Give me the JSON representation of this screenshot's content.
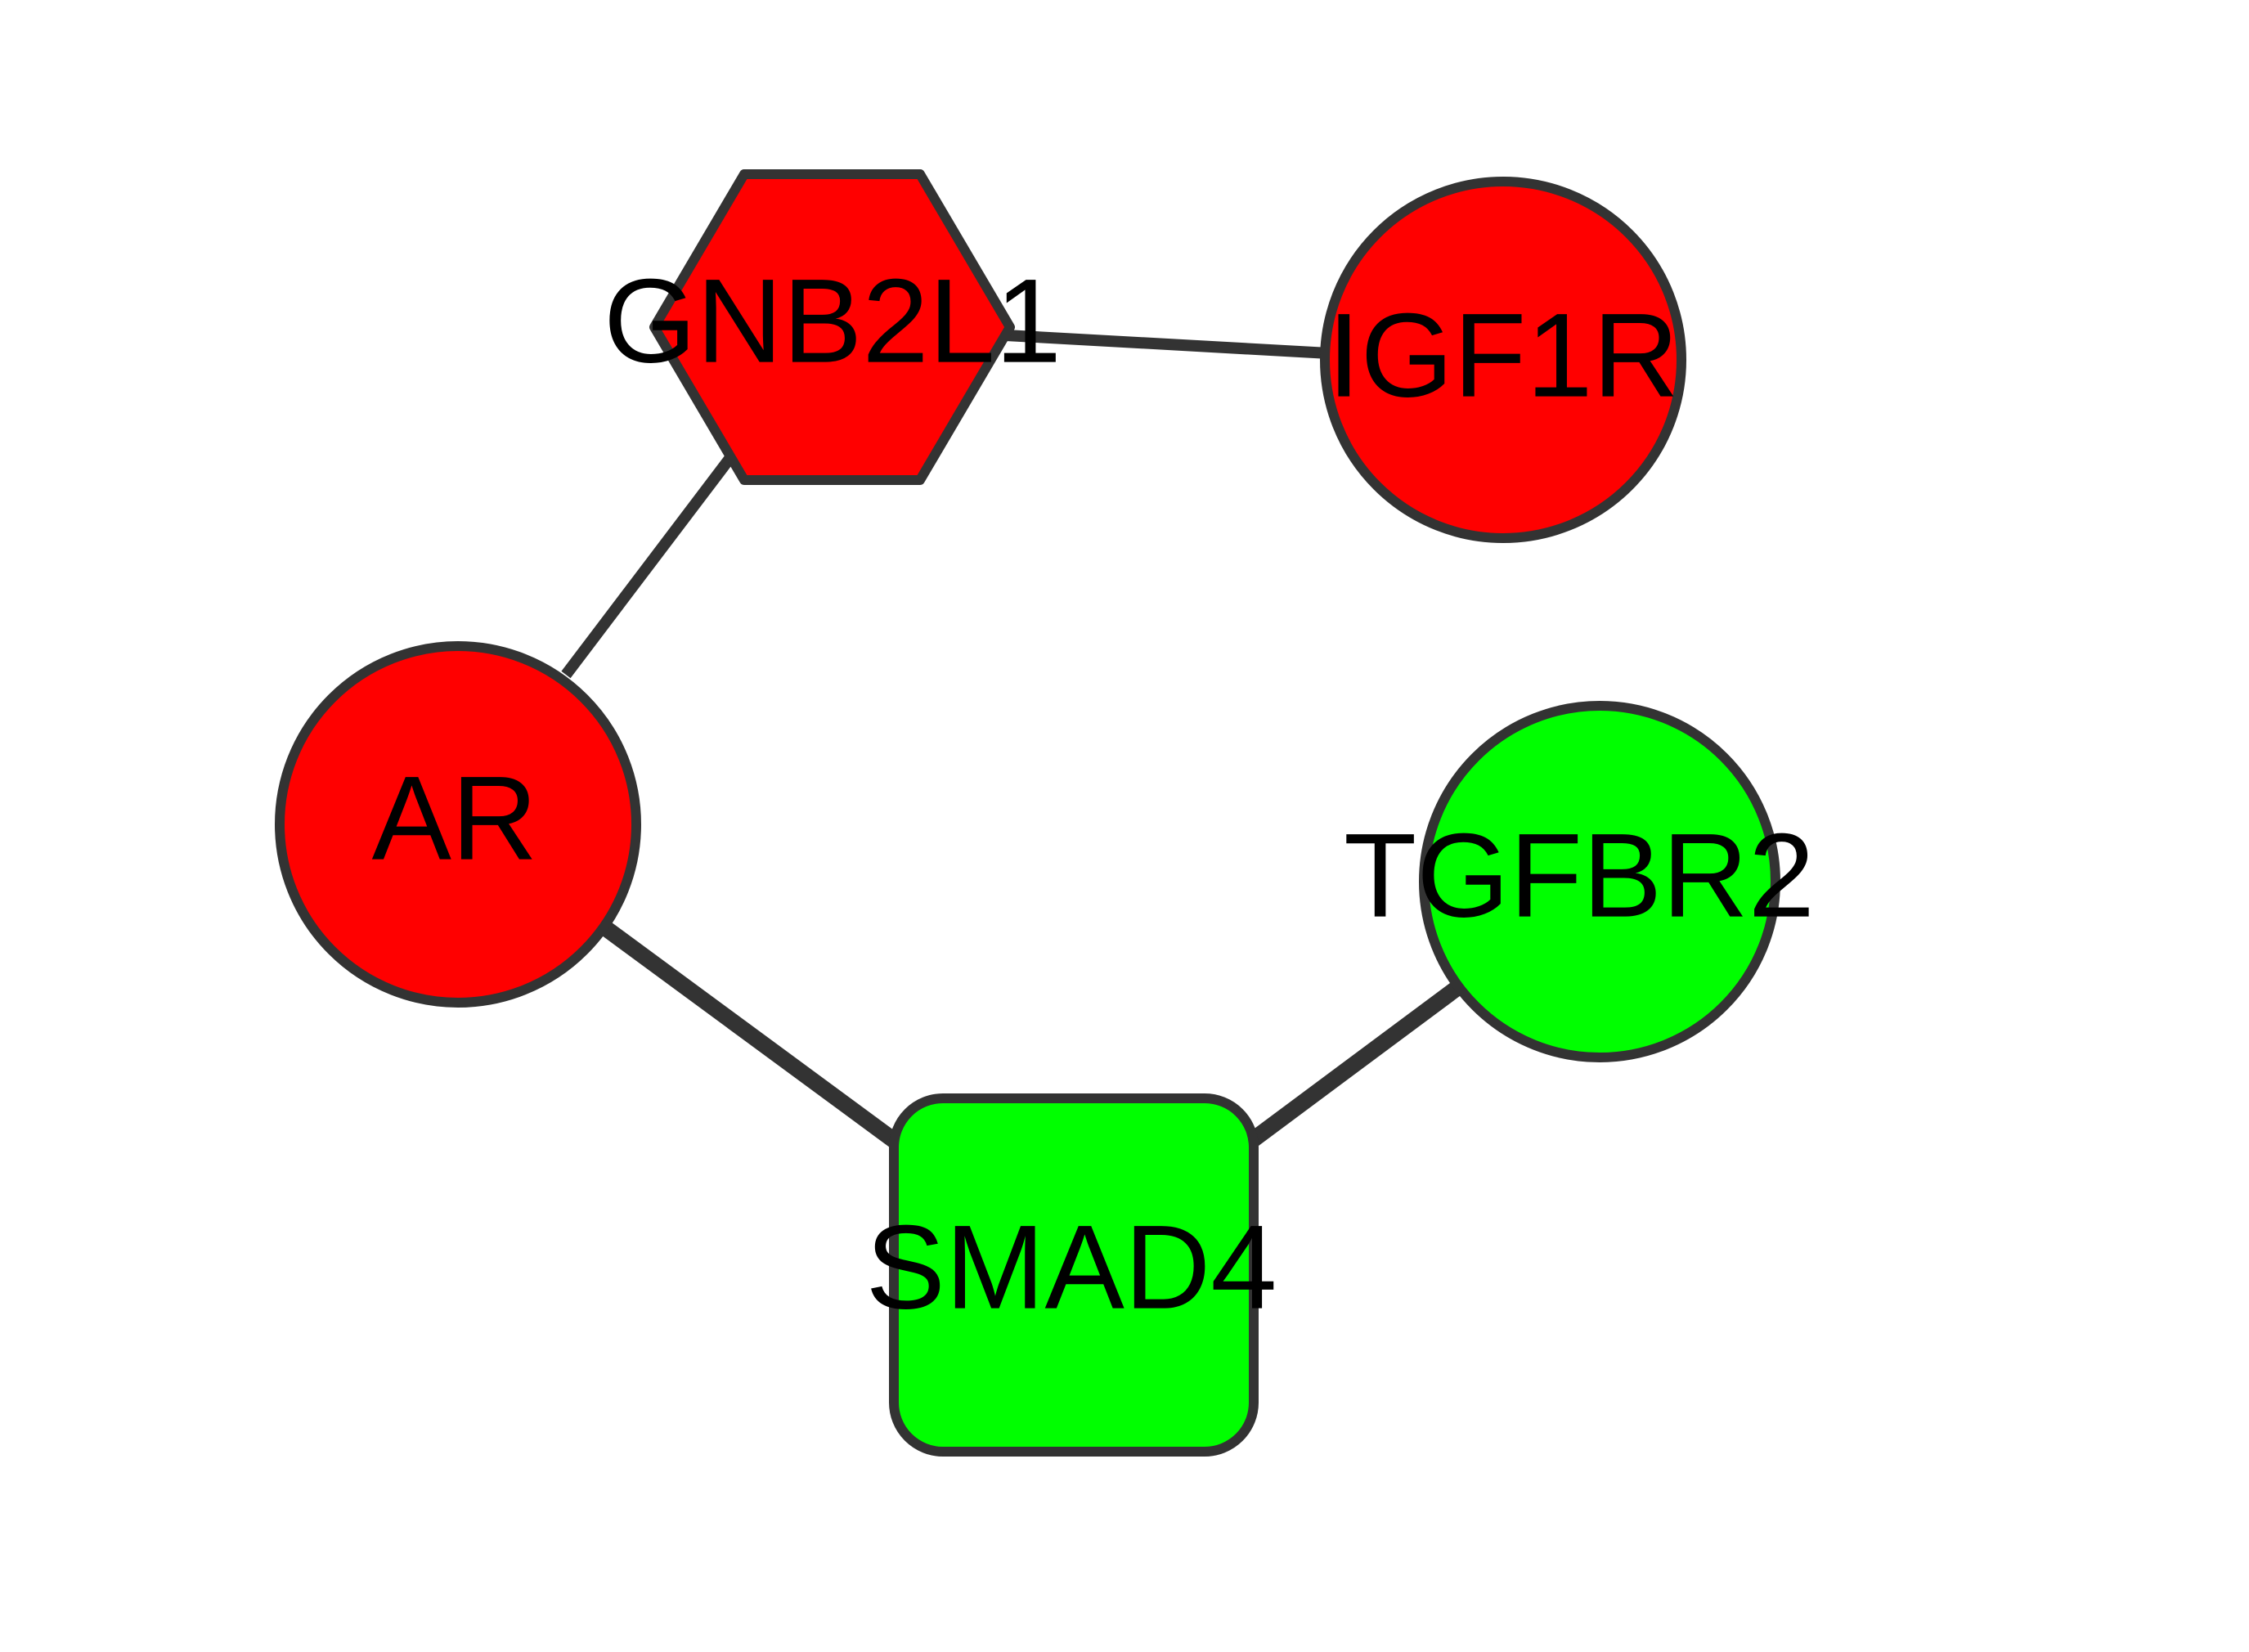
{
  "network": {
    "colors": {
      "upregulated": "#ff0000",
      "downregulated": "#00ff00",
      "border": "#333333",
      "edge": "#333333",
      "label": "#000000"
    },
    "nodes": [
      {
        "id": "GNB2L1",
        "label": "GNB2L1",
        "shape": "hexagon",
        "color": "#ff0000"
      },
      {
        "id": "IGF1R",
        "label": "IGF1R",
        "shape": "circle",
        "color": "#ff0000"
      },
      {
        "id": "AR",
        "label": "AR",
        "shape": "circle",
        "color": "#ff0000"
      },
      {
        "id": "TGFBR2",
        "label": "TGFBR2",
        "shape": "circle",
        "color": "#00ff00"
      },
      {
        "id": "SMAD4",
        "label": "SMAD4",
        "shape": "rounded-square",
        "color": "#00ff00"
      }
    ],
    "edges": [
      {
        "source": "GNB2L1",
        "target": "IGF1R"
      },
      {
        "source": "GNB2L1",
        "target": "AR"
      },
      {
        "source": "AR",
        "target": "SMAD4"
      },
      {
        "source": "SMAD4",
        "target": "TGFBR2"
      }
    ]
  }
}
